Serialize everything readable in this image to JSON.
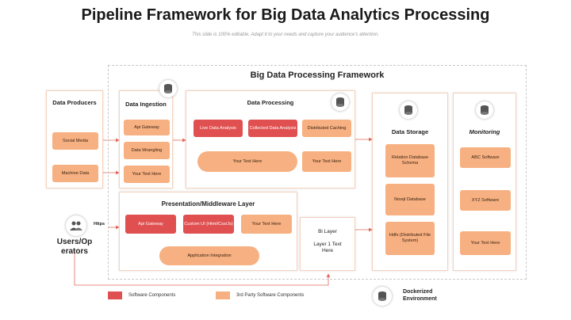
{
  "title": "Pipeline Framework for Big Data Analytics Processing",
  "subtitle": "This slide is 100% editable. Adapt it to your needs and capture your audience's attention.",
  "framework_title": "Big Data Processing Framework",
  "data_producers": {
    "title": "Data Producers",
    "items": [
      "Social Media",
      "Machine Data"
    ]
  },
  "data_ingestion": {
    "title": "Data Ingestion",
    "items": [
      "Api Gateway",
      "Data Wrangling",
      "Your Text Here"
    ]
  },
  "data_processing": {
    "title": "Data Processing",
    "software": [
      "Live Data Analysis",
      "Collected Data Analysis"
    ],
    "caching": "Distributed Caching",
    "pill": "Your Text Here",
    "side": "Your Text Here"
  },
  "data_storage": {
    "title": "Data Storage",
    "items": [
      "Relation Database Schema",
      "Nosql Database",
      "Hdfs (Distributed File System)"
    ]
  },
  "monitoring": {
    "title": "Monitoring",
    "items": [
      "ABC Software",
      "XYZ Software",
      "Your Text Here"
    ]
  },
  "presentation": {
    "title": "Presentation/Middleware Layer",
    "api": "Api Gateway",
    "custom_ui": "Custom UI (Html/Css/Js)",
    "text": "Your Text Here",
    "app_integration": "Application Integration"
  },
  "bi_layer": {
    "title": "Bi Layer",
    "text": "Layer 1 Text Here"
  },
  "users": {
    "label": "Users/Op erators",
    "protocol": "Https"
  },
  "legend": {
    "software": "Software Components",
    "third_party": "3rd Party Software Components"
  },
  "docker": "Dockerized Environment",
  "colors": {
    "software": "#e05050",
    "third_party": "#f7b081",
    "arrow": "#e26a5e"
  }
}
